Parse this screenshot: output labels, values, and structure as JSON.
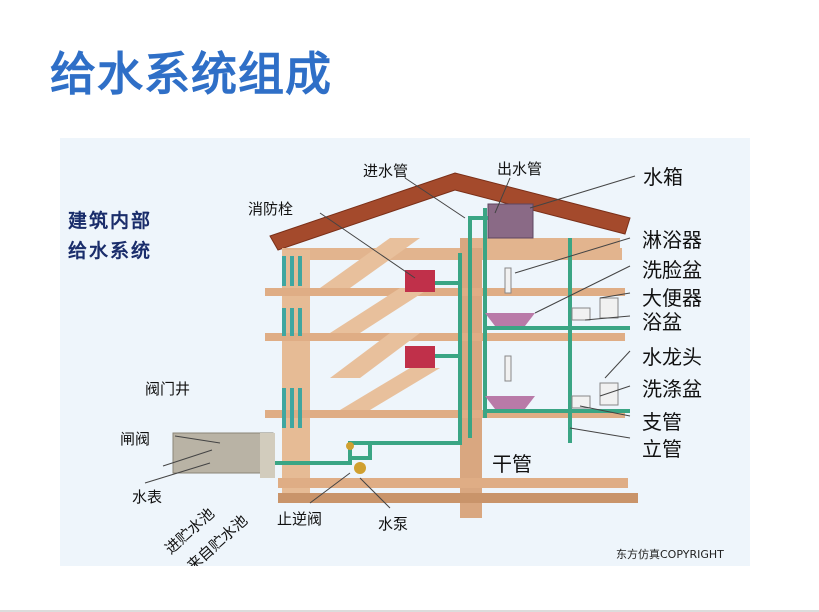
{
  "title": "给水系统组成",
  "diagram": {
    "side_title_line1": "建筑内部",
    "side_title_line2": "给水系统",
    "labels": {
      "inlet_pipe": "进水管",
      "outlet_pipe": "出水管",
      "water_tank": "水箱",
      "fire_hydrant": "消防栓",
      "shower": "淋浴器",
      "washbasin": "洗脸盆",
      "toilet": "大便器",
      "bathtub": "浴盆",
      "faucet": "水龙头",
      "sink": "洗涤盆",
      "branch_pipe": "支管",
      "riser_pipe": "立管",
      "main_pipe": "干管",
      "valve_well": "阀门井",
      "gate_valve": "闸阀",
      "water_meter": "水表",
      "to_storage_pool": "进贮水池",
      "from_storage_pool": "来自贮水池",
      "check_valve": "止逆阀",
      "water_pump": "水泵"
    },
    "copyright": "东方仿真COPYRIGHT",
    "colors": {
      "title": "#2f6fc7",
      "pipe": "#3aa584",
      "wall": "#e2b48e",
      "roof": "#a44a2c",
      "window": "#3fa6a0",
      "hydrant": "#c0304a",
      "tank": "#8a6a86"
    }
  }
}
